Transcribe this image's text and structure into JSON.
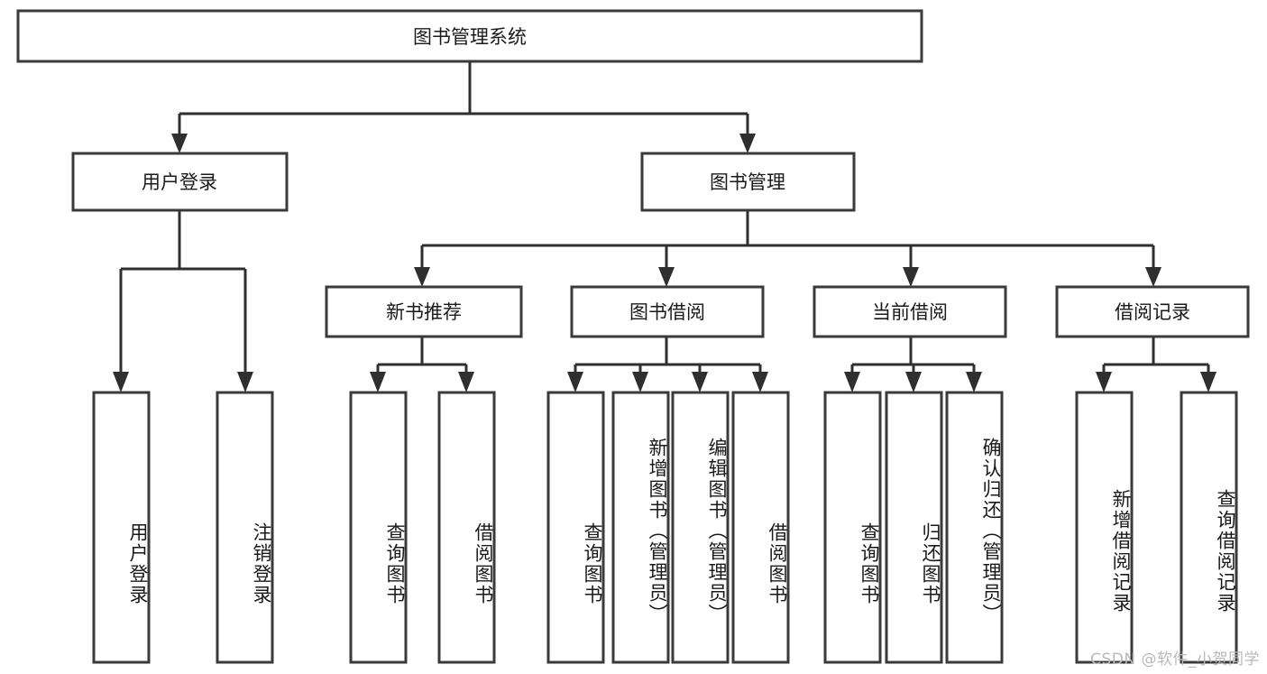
{
  "diagram": {
    "title": "图书管理系统",
    "type": "hierarchy-tree",
    "orientation": "top-down",
    "levels": 4,
    "root": {
      "id": "root",
      "label": "图书管理系统",
      "text_direction": "horizontal"
    },
    "level2": [
      {
        "id": "user-login",
        "label": "用户登录",
        "text_direction": "horizontal"
      },
      {
        "id": "book-management",
        "label": "图书管理",
        "text_direction": "horizontal"
      }
    ],
    "level3": [
      {
        "id": "new-book-recommend",
        "label": "新书推荐",
        "parent": "book-management",
        "text_direction": "horizontal"
      },
      {
        "id": "book-borrow",
        "label": "图书借阅",
        "parent": "book-management",
        "text_direction": "horizontal"
      },
      {
        "id": "current-borrow",
        "label": "当前借阅",
        "parent": "book-management",
        "text_direction": "horizontal"
      },
      {
        "id": "borrow-record",
        "label": "借阅记录",
        "parent": "book-management",
        "text_direction": "horizontal"
      }
    ],
    "leaves": [
      {
        "id": "leaf-user-login",
        "label": "用户登录",
        "parent": "user-login",
        "text_direction": "vertical"
      },
      {
        "id": "leaf-logout",
        "label": "注销登录",
        "parent": "user-login",
        "text_direction": "vertical"
      },
      {
        "id": "leaf-query-book-1",
        "label": "查询图书",
        "parent": "new-book-recommend",
        "text_direction": "vertical"
      },
      {
        "id": "leaf-borrow-book-1",
        "label": "借阅图书",
        "parent": "new-book-recommend",
        "text_direction": "vertical"
      },
      {
        "id": "leaf-query-book-2",
        "label": "查询图书",
        "parent": "book-borrow",
        "text_direction": "vertical"
      },
      {
        "id": "leaf-add-book",
        "label": "新增图书（管理员）",
        "parent": "book-borrow",
        "text_direction": "vertical"
      },
      {
        "id": "leaf-edit-book",
        "label": "编辑图书（管理员）",
        "parent": "book-borrow",
        "text_direction": "vertical"
      },
      {
        "id": "leaf-borrow-book-2",
        "label": "借阅图书",
        "parent": "book-borrow",
        "text_direction": "vertical"
      },
      {
        "id": "leaf-query-book-3",
        "label": "查询图书",
        "parent": "current-borrow",
        "text_direction": "vertical"
      },
      {
        "id": "leaf-return-book",
        "label": "归还图书",
        "parent": "current-borrow",
        "text_direction": "vertical"
      },
      {
        "id": "leaf-confirm-return",
        "label": "确认归还（管理员）",
        "parent": "current-borrow",
        "text_direction": "vertical"
      },
      {
        "id": "leaf-add-record",
        "label": "新增借阅记录",
        "parent": "borrow-record",
        "text_direction": "vertical"
      },
      {
        "id": "leaf-query-record",
        "label": "查询借阅记录",
        "parent": "borrow-record",
        "text_direction": "vertical"
      }
    ],
    "colors": {
      "box_fill": "#ffffff",
      "box_stroke": "#3a3a3a",
      "connector": "#2f2f2f",
      "text": "#1a1a1a",
      "background": "#ffffff",
      "watermark": "#b9b9b9"
    }
  },
  "watermark": {
    "text": "CSDN @软件_小贺同学"
  }
}
